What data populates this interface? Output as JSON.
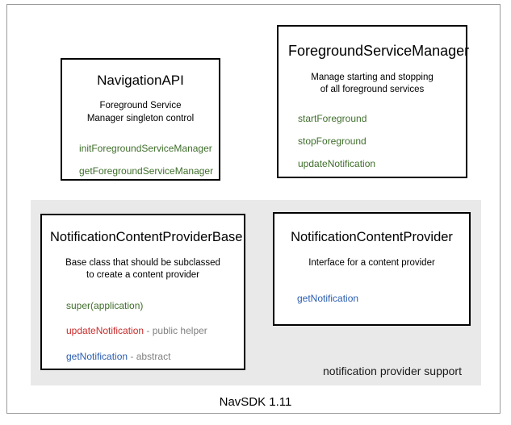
{
  "diagram": {
    "footer_label": "NavSDK 1.11",
    "group": {
      "caption": "notification provider support",
      "background_color": "#e9e9e9"
    },
    "colors": {
      "green": "#3f6e2b",
      "red": "#c92a2a",
      "blue": "#2a5db0",
      "note_gray": "#808080",
      "border": "#000000",
      "frame": "#9a9a9a"
    },
    "boxes": {
      "navigation_api": {
        "title": "NavigationAPI",
        "description_line1": "Foreground Service",
        "description_line2": "Manager singleton control",
        "members": [
          {
            "name": "initForegroundServiceManager",
            "note": ""
          },
          {
            "name": "getForegroundServiceManager",
            "note": ""
          }
        ]
      },
      "foreground_service_manager": {
        "title": "ForegroundServiceManager",
        "description_line1": "Manage starting and stopping",
        "description_line2": "of all foreground services",
        "members": [
          {
            "name": "startForeground",
            "note": ""
          },
          {
            "name": "stopForeground",
            "note": ""
          },
          {
            "name": "updateNotification",
            "note": ""
          }
        ]
      },
      "notification_content_provider_base": {
        "title": "NotificationContentProviderBase",
        "description_line1": "Base class that should be subclassed",
        "description_line2": "to create a content provider",
        "members": [
          {
            "name": "super(application)",
            "note": ""
          },
          {
            "name": "updateNotification",
            "note": " - public helper"
          },
          {
            "name": "getNotification",
            "note": " - abstract"
          }
        ]
      },
      "notification_content_provider": {
        "title": "NotificationContentProvider",
        "description_line1": "Interface for a content provider",
        "description_line2": "",
        "members": [
          {
            "name": "getNotification",
            "note": ""
          }
        ]
      }
    }
  }
}
